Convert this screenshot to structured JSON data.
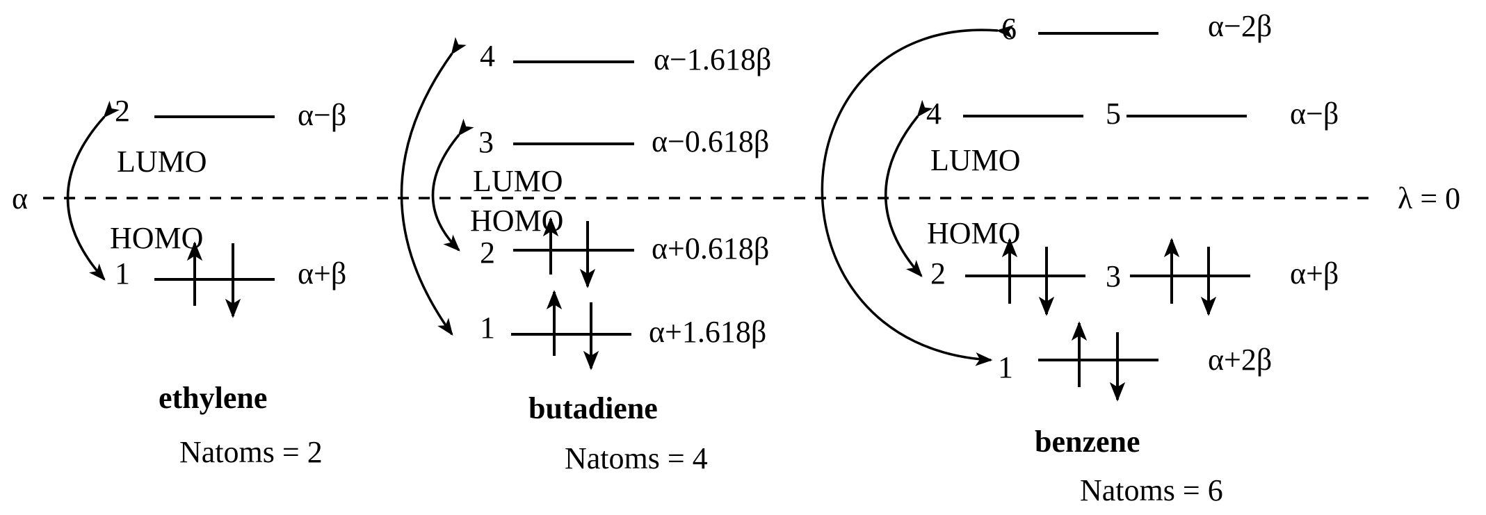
{
  "axis": {
    "left_label": "α",
    "right_label": "λ = 0"
  },
  "molecules": [
    {
      "name": "ethylene",
      "natoms": "Natoms = 2",
      "lumo": "LUMO",
      "homo": "HOMO",
      "levels": [
        {
          "index": "2",
          "energy": "α−β",
          "electrons": 0
        },
        {
          "index": "1",
          "energy": "α+β",
          "electrons": 2
        }
      ]
    },
    {
      "name": "butadiene",
      "natoms": "Natoms = 4",
      "lumo": "LUMO",
      "homo": "HOMO",
      "levels": [
        {
          "index": "4",
          "energy": "α−1.618β",
          "electrons": 0
        },
        {
          "index": "3",
          "energy": "α−0.618β",
          "electrons": 0
        },
        {
          "index": "2",
          "energy": "α+0.618β",
          "electrons": 2
        },
        {
          "index": "1",
          "energy": "α+1.618β",
          "electrons": 2
        }
      ]
    },
    {
      "name": "benzene",
      "natoms": "Natoms = 6",
      "lumo": "LUMO",
      "homo": "HOMO",
      "levels": [
        {
          "index": "6",
          "energy": "α−2β",
          "electrons": 0
        },
        {
          "index": "4",
          "partner_index": "5",
          "energy": "α−β",
          "electrons": 0
        },
        {
          "index": "2",
          "partner_index": "3",
          "energy": "α+β",
          "electrons": 2
        },
        {
          "index": "1",
          "energy": "α+2β",
          "electrons": 2
        }
      ]
    }
  ]
}
